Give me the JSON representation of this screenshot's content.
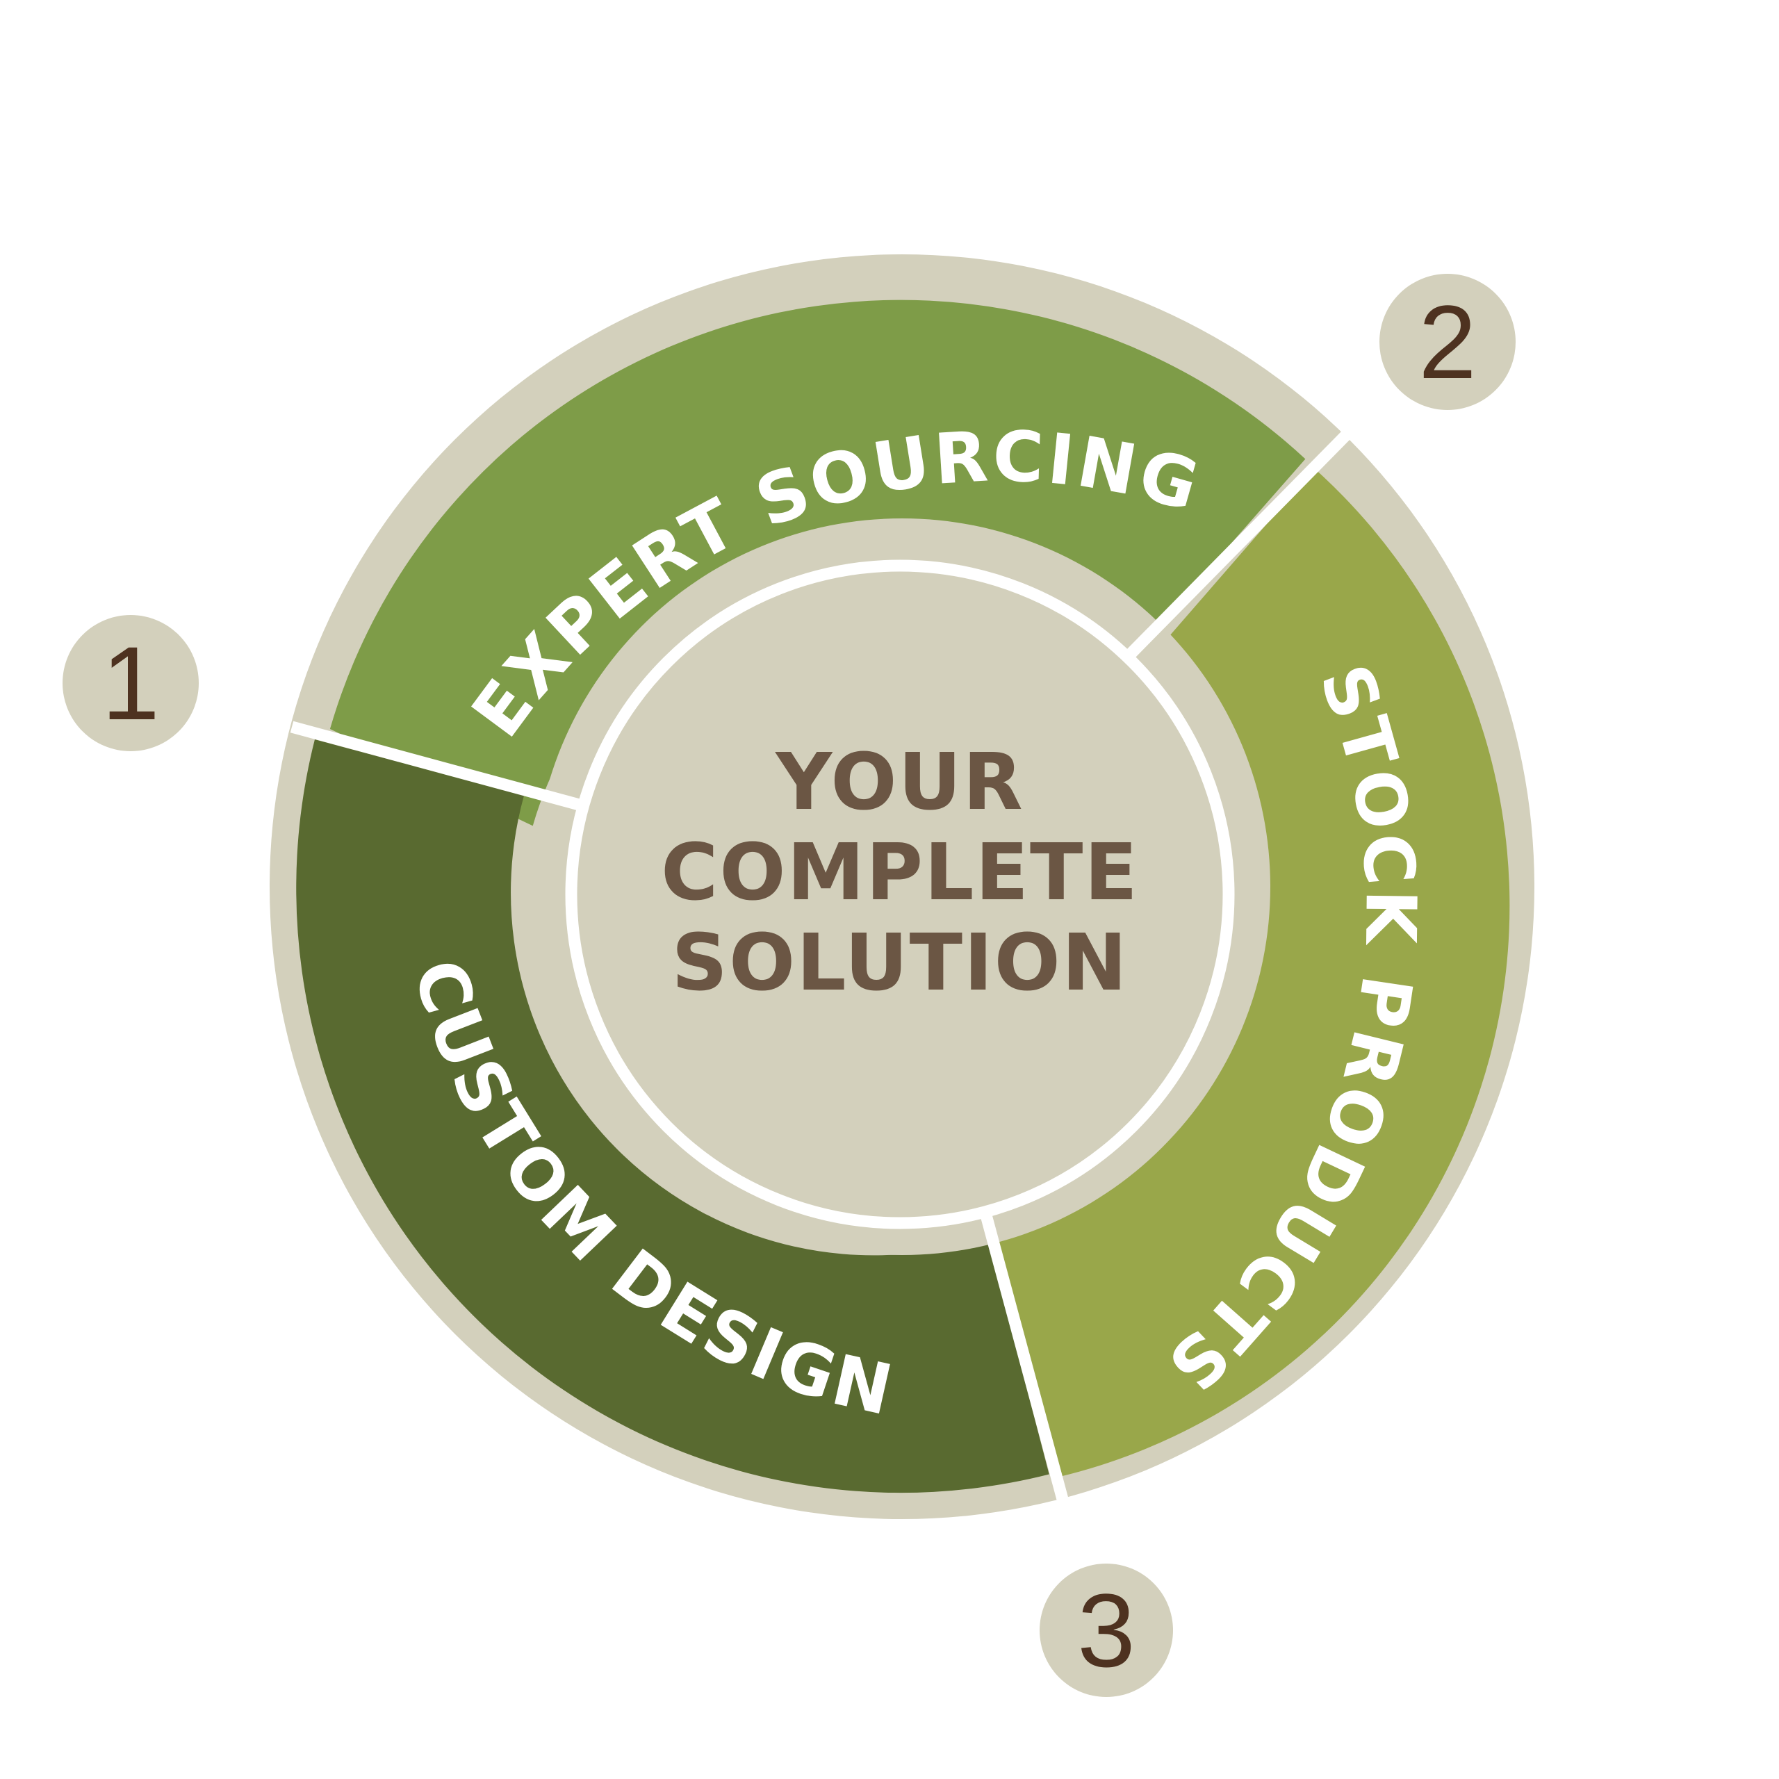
{
  "colors": {
    "outer_ring": "#d3d0bc",
    "segment_1": "#7e9c48",
    "segment_2": "#99a74a",
    "segment_3": "#596a30",
    "inner_band": "#d3d0bc",
    "center": "#d3d0bc",
    "divider": "#ffffff",
    "segment_text": "#ffffff",
    "center_text": "#6b5644",
    "number_text": "#4e3220",
    "number_bg": "#d3d0bc"
  },
  "segments": [
    {
      "number": "1",
      "label": "EXPERT SOURCING"
    },
    {
      "number": "2",
      "label": "STOCK PRODUCTS"
    },
    {
      "number": "3",
      "label": "CUSTOM DESIGN"
    }
  ],
  "center": {
    "lines": [
      "YOUR",
      "COMPLETE",
      "SOLUTION"
    ]
  }
}
